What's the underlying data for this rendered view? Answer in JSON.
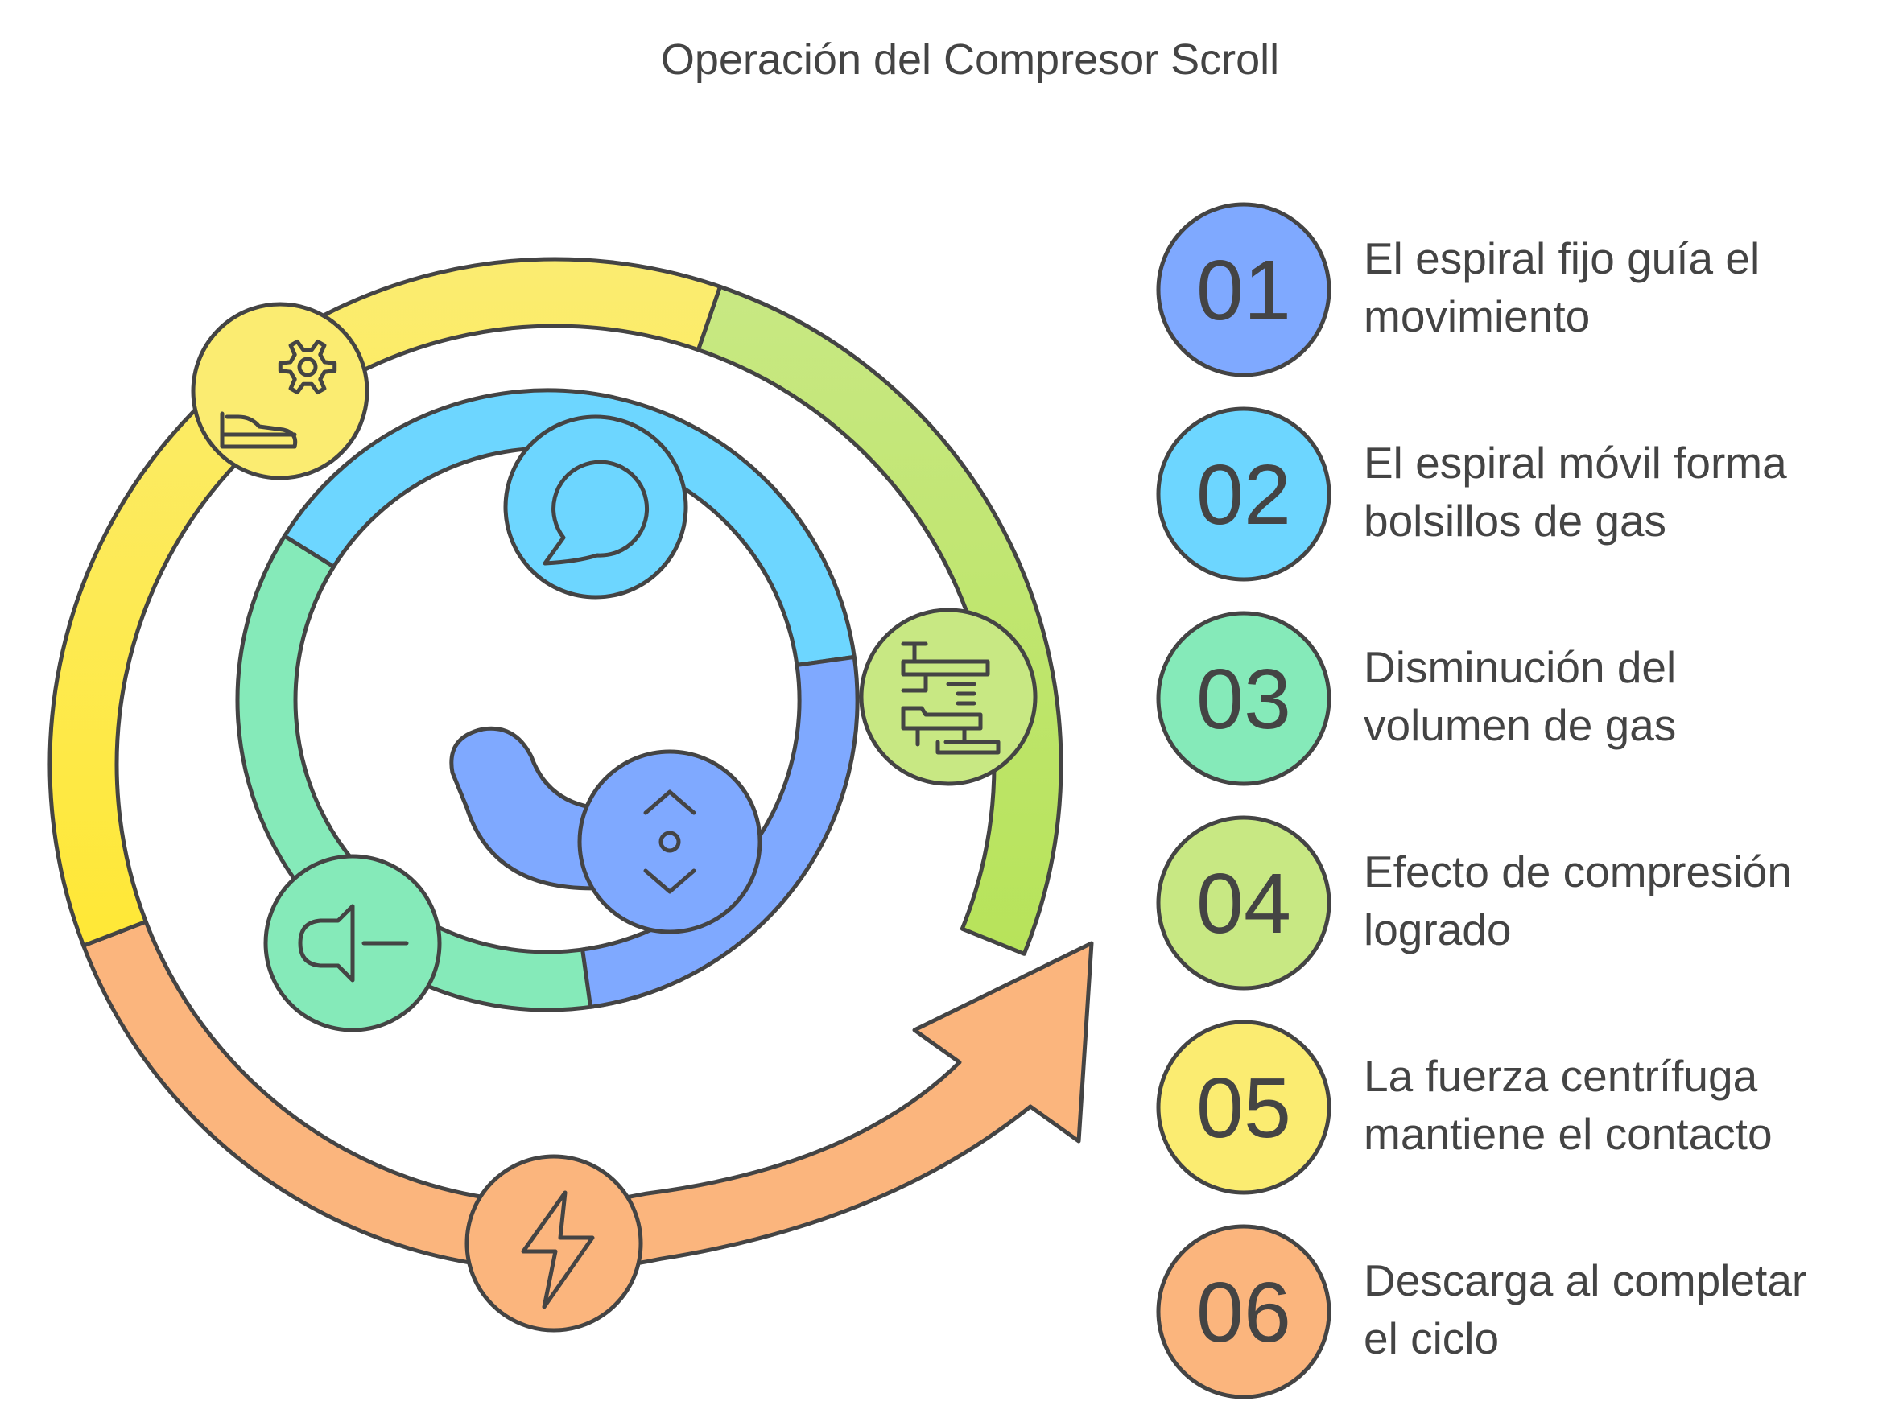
{
  "title": "Operación del Compresor Scroll",
  "colors": {
    "blue": "#7fa9ff",
    "cyan": "#6dd6ff",
    "mint": "#85eab9",
    "lime": "#c8e883",
    "yellow": "#fbec71",
    "orange": "#fbb57d",
    "outline": "#444444",
    "text": "#444444"
  },
  "steps": [
    {
      "number": "01",
      "text_lines": [
        "El espiral fijo guía el",
        "movimiento"
      ],
      "color": "#7fa9ff",
      "icon": "slider-arrows-icon"
    },
    {
      "number": "02",
      "text_lines": [
        "El espiral móvil forma",
        "bolsillos de gas"
      ],
      "color": "#6dd6ff",
      "icon": "chat-bubble-icon"
    },
    {
      "number": "03",
      "text_lines": [
        "Disminución del",
        "volumen de gas"
      ],
      "color": "#85eab9",
      "icon": "horn-icon"
    },
    {
      "number": "04",
      "text_lines": [
        "Efecto de compresión",
        "logrado"
      ],
      "color": "#c8e883",
      "icon": "press-machine-icon"
    },
    {
      "number": "05",
      "text_lines": [
        "La fuerza centrífuga",
        "mantiene el contacto"
      ],
      "color": "#fbec71",
      "icon": "gear-shoe-icon"
    },
    {
      "number": "06",
      "text_lines": [
        "Descarga al completar",
        "el ciclo"
      ],
      "color": "#fbb57d",
      "icon": "lightning-icon"
    }
  ]
}
